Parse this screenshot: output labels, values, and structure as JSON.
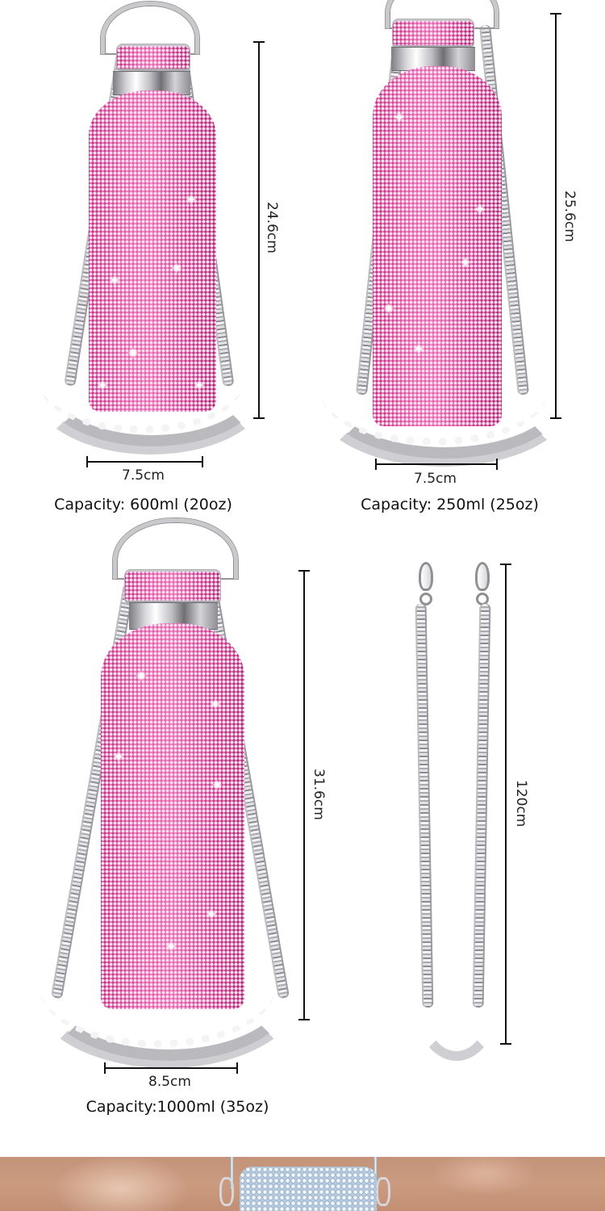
{
  "products": [
    {
      "id": "bottle-600",
      "width_label": "7.5cm",
      "height_label": "24.6cm",
      "capacity_label": "Capacity: 600ml (20oz)"
    },
    {
      "id": "bottle-250",
      "width_label": "7.5cm",
      "height_label": "25.6cm",
      "capacity_label": "Capacity: 250ml (25oz)"
    },
    {
      "id": "bottle-1000",
      "width_label": "8.5cm",
      "height_label": "31.6cm",
      "capacity_label": "Capacity:1000ml (35oz)"
    }
  ],
  "chain": {
    "length_label": "120cm"
  },
  "colors": {
    "rhinestone_pink": "#e0479f",
    "rhinestone_highlight": "#ffe6f4",
    "silver": "#c9c9cc",
    "dimension_line": "#111111",
    "photo_background": "#c4947a",
    "photo_silver_bottle": "#b9cde0"
  }
}
